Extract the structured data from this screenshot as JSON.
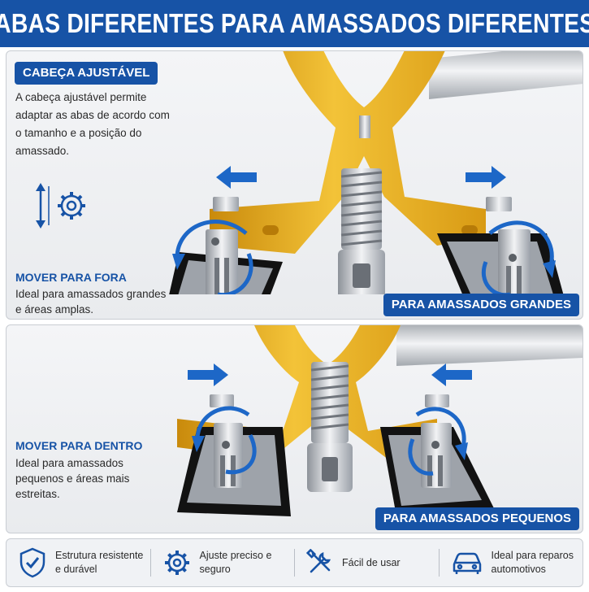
{
  "header": {
    "title": "ABAS DIFERENTES PARA AMASSADOS DIFERENTES"
  },
  "panel_top": {
    "badge": "CABEÇA AJUSTÁVEL",
    "description": "A cabeça ajustável permite adaptar as abas de acordo com o tamanho e a posição do amassado.",
    "subtitle": "MOVER PARA FORA",
    "subtext": "Ideal para amassados grandes e áreas amplas.",
    "corner_badge": "PARA AMASSADOS GRANDES",
    "icon": "adjust-gear-arrows-icon"
  },
  "panel_bottom": {
    "subtitle": "MOVER PARA DENTRO",
    "subtext": "Ideal para amassados pequenos e áreas mais estreitas.",
    "corner_badge": "PARA AMASSADOS PEQUENOS"
  },
  "features": [
    {
      "icon": "shield-check-icon",
      "label": "Estrutura resistente e durável"
    },
    {
      "icon": "gear-icon",
      "label": "Ajuste preciso e seguro"
    },
    {
      "icon": "tools-icon",
      "label": "Fácil de usar"
    },
    {
      "icon": "car-icon",
      "label": "Ideal para reparos automotivos"
    }
  ],
  "colors": {
    "brand_blue": "#1753a6",
    "gold": "#e8b321",
    "panel_bg": "#eceef1"
  }
}
